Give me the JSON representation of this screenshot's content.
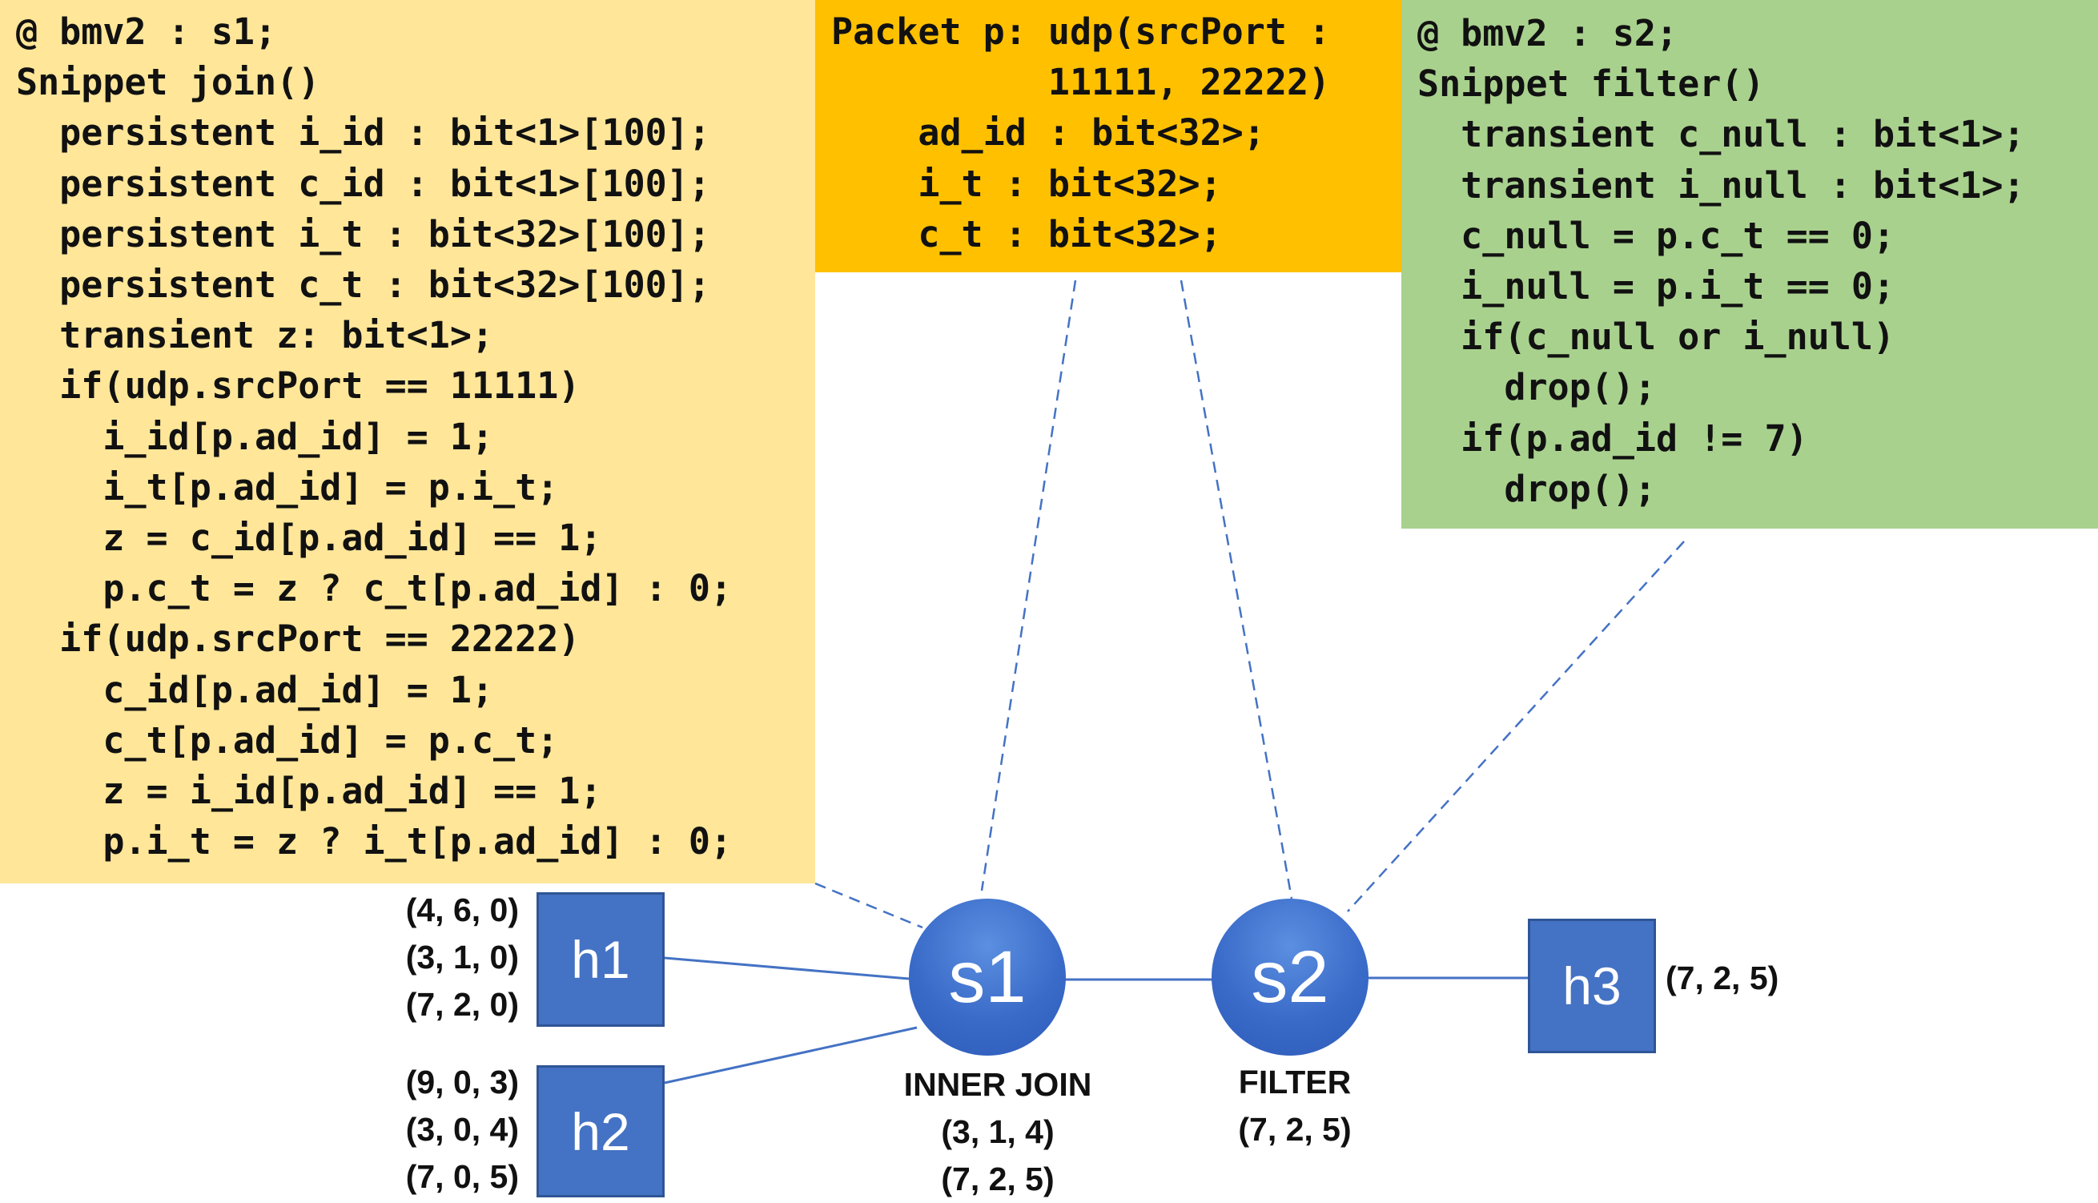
{
  "s1_snippet": {
    "lines": [
      "@ bmv2 : s1;",
      "Snippet join()",
      "  persistent i_id : bit<1>[100];",
      "  persistent c_id : bit<1>[100];",
      "  persistent i_t : bit<32>[100];",
      "  persistent c_t : bit<32>[100];",
      "  transient z: bit<1>;",
      "  if(udp.srcPort == 11111)",
      "    i_id[p.ad_id] = 1;",
      "    i_t[p.ad_id] = p.i_t;",
      "    z = c_id[p.ad_id] == 1;",
      "    p.c_t = z ? c_t[p.ad_id] : 0;",
      "  if(udp.srcPort == 22222)",
      "    c_id[p.ad_id] = 1;",
      "    c_t[p.ad_id] = p.c_t;",
      "    z = i_id[p.ad_id] == 1;",
      "    p.i_t = z ? i_t[p.ad_id] : 0;"
    ]
  },
  "packet": {
    "lines": [
      "Packet p: udp(srcPort :",
      "          11111, 22222)",
      "    ad_id : bit<32>;",
      "    i_t : bit<32>;",
      "    c_t : bit<32>;"
    ]
  },
  "s2_snippet": {
    "lines": [
      "@ bmv2 : s2;",
      "Snippet filter()",
      "  transient c_null : bit<1>;",
      "  transient i_null : bit<1>;",
      "  c_null = p.c_t == 0;",
      "  i_null = p.i_t == 0;",
      "  if(c_null or i_null)",
      "    drop();",
      "  if(p.ad_id != 7)",
      "    drop();"
    ]
  },
  "hosts": {
    "h1": {
      "label": "h1",
      "tuples": [
        "(4, 6, 0)",
        "(3, 1, 0)",
        "(7, 2, 0)"
      ]
    },
    "h2": {
      "label": "h2",
      "tuples": [
        "(9, 0, 3)",
        "(3, 0, 4)",
        "(7, 0, 5)"
      ]
    },
    "h3": {
      "label": "h3",
      "tuples": [
        "(7, 2, 5)"
      ]
    }
  },
  "switches": {
    "s1": {
      "label": "s1",
      "caption": "INNER JOIN",
      "tuples": [
        "(3, 1, 4)",
        "(7, 2, 5)"
      ]
    },
    "s2": {
      "label": "s2",
      "caption": "FILTER",
      "tuples": [
        "(7, 2, 5)"
      ]
    }
  },
  "colors": {
    "s1_panel": "#FFE699",
    "packet_panel": "#FFC000",
    "s2_panel": "#A9D18E",
    "node_blue": "#4472C4",
    "link_blue": "#4472C4"
  }
}
